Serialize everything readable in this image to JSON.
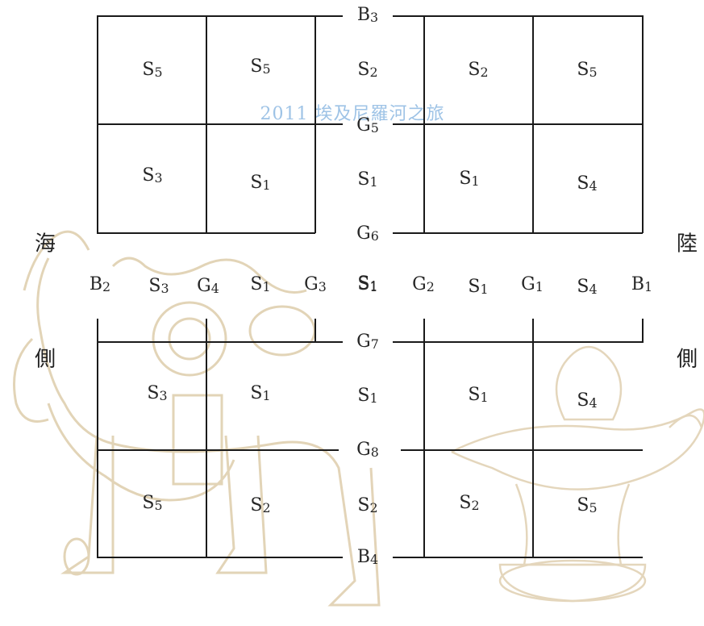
{
  "watermark": "2011 埃及尼羅河之旅",
  "side_labels": {
    "left_top": "海",
    "left_bottom": "側",
    "right_top": "陸",
    "right_bottom": "側"
  },
  "corridor_labels": [
    "B3",
    "S2",
    "G5",
    "S1",
    "G6",
    "S1",
    "G7",
    "S1",
    "G8",
    "S2",
    "B4"
  ],
  "row_labels": [
    "B2",
    "S3",
    "G4",
    "S1",
    "G3",
    "S1",
    "G2",
    "S1",
    "G1",
    "S4",
    "B1"
  ],
  "blocks": {
    "top_left": [
      "S5",
      "S5",
      "S3",
      "S1"
    ],
    "top_right": [
      "S2",
      "S5",
      "S1",
      "S4"
    ],
    "bottom_left": [
      "S3",
      "S1",
      "S5",
      "S2"
    ],
    "bottom_right": [
      "S1",
      "S4",
      "S2",
      "S5"
    ]
  },
  "colors": {
    "lines": "#1a1a1a",
    "text": "#262626",
    "watermark": "#9ec3e6",
    "drawing": "#d9c6a0"
  }
}
